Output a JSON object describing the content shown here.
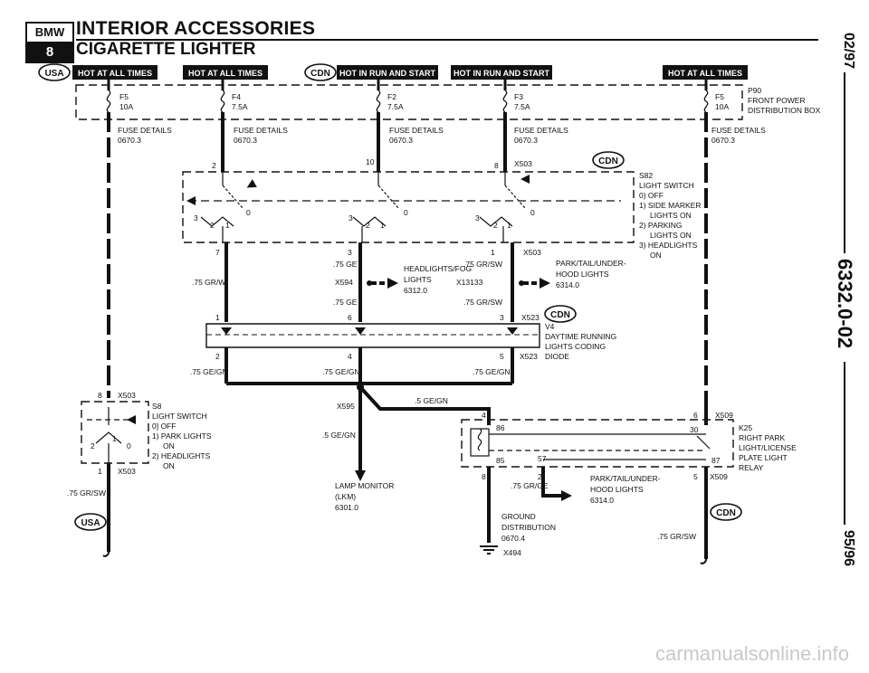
{
  "header": {
    "logo_top": "BMW",
    "logo_bottom": "8",
    "title": "INTERIOR ACCESSORIES",
    "subtitle": "CIGARETTE LIGHTER"
  },
  "side": {
    "date": "02/97",
    "code": "6332.0-02",
    "revision": "95/96"
  },
  "badges": {
    "usa": "USA",
    "cdn": "CDN"
  },
  "bars": [
    {
      "text": "HOT AT ALL TIMES"
    },
    {
      "text": "HOT AT ALL TIMES"
    },
    {
      "text": "HOT IN RUN AND START"
    },
    {
      "text": "HOT IN RUN AND START"
    },
    {
      "text": "HOT AT ALL TIMES"
    }
  ],
  "fuses": [
    {
      "name": "F5",
      "rating": "10A"
    },
    {
      "name": "F4",
      "rating": "7.5A"
    },
    {
      "name": "F2",
      "rating": "7.5A"
    },
    {
      "name": "F3",
      "rating": "7.5A"
    },
    {
      "name": "F5",
      "rating": "10A"
    }
  ],
  "fuse_details": {
    "label": "FUSE DETAILS",
    "ref": "0670.3"
  },
  "p90": [
    "P90",
    "FRONT POWER",
    "DISTRIBUTION BOX"
  ],
  "s82": [
    "S82",
    "LIGHT SWITCH",
    "0)  OFF",
    "1)  SIDE MARKER",
    "LIGHTS ON",
    "2)  PARKING",
    "LIGHTS ON",
    "3)  HEADLIGHTS",
    "ON"
  ],
  "s8": [
    "S8",
    "LIGHT SWITCH",
    "0]  OFF",
    "1)  PARK LIGHTS",
    "ON",
    "2)  HEADLIGHTS",
    "ON"
  ],
  "v4": [
    "V4",
    "DAYTIME RUNNING",
    "LIGHTS CODING",
    "DIODE"
  ],
  "k25": [
    "K25",
    "RIGHT PARK",
    "LIGHT/LICENSE",
    "PLATE LIGHT",
    "RELAY"
  ],
  "headlights_fog": [
    "HEADLIGHTS/FOG",
    "LIGHTS",
    "6312.0"
  ],
  "park_under_hood_top": [
    "PARK/TAIL/UNDER-",
    "HOOD LIGHTS",
    "6314.0"
  ],
  "park_under_hood_bottom": [
    "PARK/TAIL/UNDER-",
    "HOOD LIGHTS",
    "6314.0"
  ],
  "lamp_monitor": [
    "LAMP MONITOR",
    "(LKM)",
    "6301.0"
  ],
  "ground": [
    "GROUND",
    "DISTRIBUTION",
    "0670.4"
  ],
  "connectors": {
    "x503": "X503",
    "x523": "X523",
    "x594": "X594",
    "x13133": "X13133",
    "x595": "X595",
    "x509": "X509",
    "x494": "X494"
  },
  "wires": {
    "gr_w": ".75 GR/W",
    "ge_a": ".75 GE",
    "ge_b": ".75 GE",
    "gr_sw_a": ".75 GR/SW",
    "gr_sw_b": ".75 GR/SW",
    "ge_gn_1": ".75 GE/GN",
    "ge_gn_2": ".75 GE/GN",
    "ge_gn_3": ".75 GE/GN",
    "ge_gn_small_a": ".5 GE/GN",
    "ge_gn_small_b": ".5 GE/GN",
    "gr_sw_left": ".75 GR/SW",
    "gr_ge": ".75 GR/GE",
    "gr_sw_right": ".75 GR/SW"
  },
  "pins": {
    "p2": "2",
    "p10": "10",
    "p8": "8",
    "p7": "7",
    "p3": "3",
    "p1": "1",
    "p6": "6",
    "p4": "4",
    "p5": "5",
    "p30": "30",
    "p86": "86",
    "p85": "85",
    "p87": "87"
  },
  "watermark": "carmanualsonline.info"
}
